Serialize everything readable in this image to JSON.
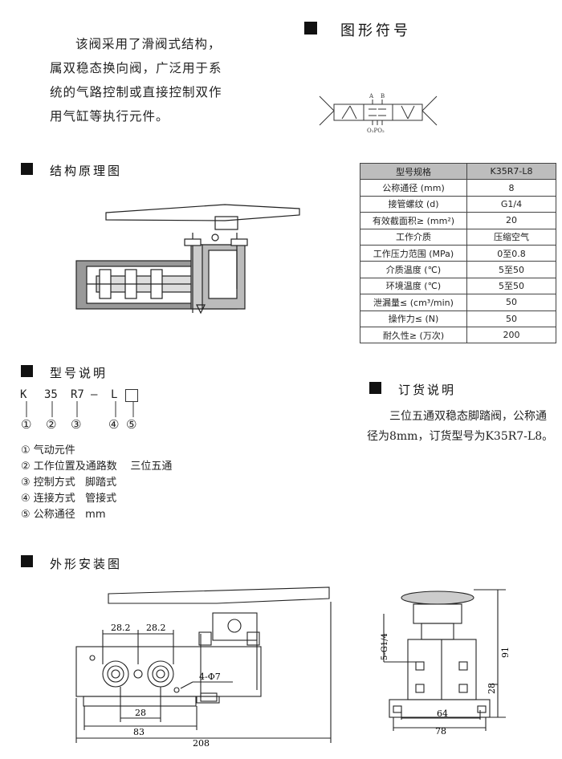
{
  "intro": {
    "lines": [
      "该阀采用了滑阀式结构，",
      "属双稳态换向阀，广泛用于系",
      "统的气路控制或直接控制双作",
      "用气缸等执行元件。"
    ]
  },
  "sections": {
    "symbol": "图形符号",
    "structure": "结构原理图",
    "model": "型号说明",
    "order": "订货说明",
    "dimensions": "外形安装图"
  },
  "symbol_labels": {
    "a": "A",
    "b": "B",
    "ports": "O₁PO₂"
  },
  "spec_table": {
    "header": [
      "型号规格",
      "K35R7-L8"
    ],
    "rows": [
      [
        "公称通径 (mm)",
        "8"
      ],
      [
        "接管螺纹 (d)",
        "G1/4"
      ],
      [
        "有效截面积≥ (mm²)",
        "20"
      ],
      [
        "工作介质",
        "压缩空气"
      ],
      [
        "工作压力范围 (MPa)",
        "0至0.8"
      ],
      [
        "介质温度 (℃)",
        "5至50"
      ],
      [
        "环境温度 (℃)",
        "5至50"
      ],
      [
        "泄漏量≤ (cm³/min)",
        "50"
      ],
      [
        "操作力≤ (N)",
        "50"
      ],
      [
        "耐久性≥ (万次)",
        "200"
      ]
    ]
  },
  "model_code": {
    "k": "K",
    "n35": "35",
    "r7": "R7",
    "dash": "—",
    "l": "L",
    "circles": [
      "①",
      "②",
      "③",
      "④",
      "⑤"
    ]
  },
  "legend": [
    "① 气动元件",
    "② 工作位置及通路数    三位五通",
    "③ 控制方式   脚踏式",
    "④ 连接方式   管接式",
    "⑤ 公称通径   mm"
  ],
  "order_text": {
    "line1": "三位五通双稳态脚踏阀，公称通",
    "line2": "径为8mm，订货型号为K35R7-L8。"
  },
  "dims": {
    "d282a": "28.2",
    "d282b": "28.2",
    "d28": "28",
    "d83": "83",
    "d208": "208",
    "hole": "4-Φ7",
    "thread": "5-G1/4",
    "d91": "91",
    "d28b": "28",
    "d64": "64",
    "d78": "78"
  }
}
